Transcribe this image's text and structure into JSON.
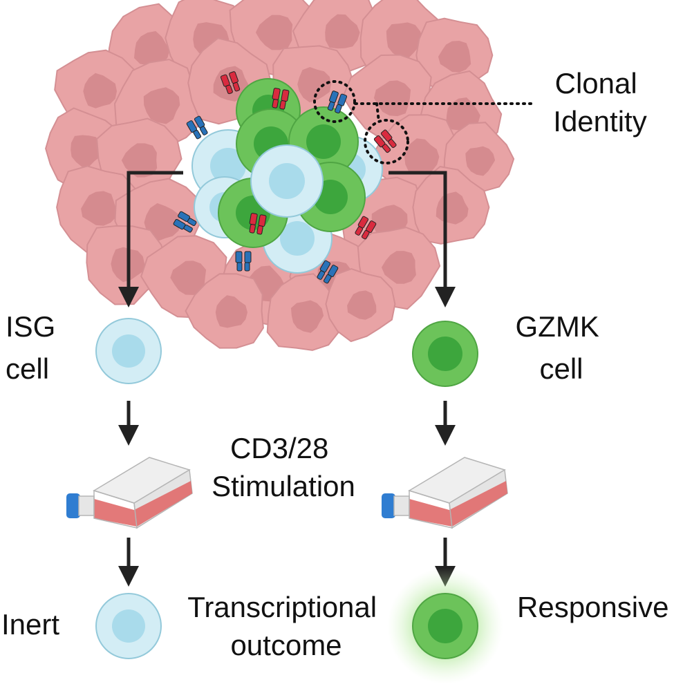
{
  "labels": {
    "clonal_identity": [
      "Clonal",
      "Identity"
    ],
    "isg_cell": [
      "ISG",
      "cell"
    ],
    "gzmk_cell": [
      "GZMK",
      "cell"
    ],
    "stimulation": [
      "CD3/28",
      "Stimulation"
    ],
    "transcriptional_outcome": [
      "Transcriptional",
      "outcome"
    ],
    "inert": "Inert",
    "responsive": "Responsive"
  },
  "colors": {
    "tumor_cell": "#e8a3a5",
    "tumor_nucleus": "#d58b8f",
    "isg_cell": "#d3edf5",
    "isg_nucleus": "#a9dbeb",
    "gzmk_cell": "#6cc35a",
    "gzmk_nucleus": "#3da63d",
    "tcr_red": "#d92b3f",
    "tcr_blue": "#2a72b8",
    "arrow": "#222222",
    "flask_cap": "#2f7dd1",
    "flask_media": "#e06a6a",
    "glow": "#7fd35f"
  },
  "icons": [
    "tumor-cell-icon",
    "isg-t-cell-icon",
    "gzmk-t-cell-icon",
    "tcr-red-icon",
    "tcr-blue-icon",
    "culture-flask-icon",
    "down-arrow-icon"
  ]
}
